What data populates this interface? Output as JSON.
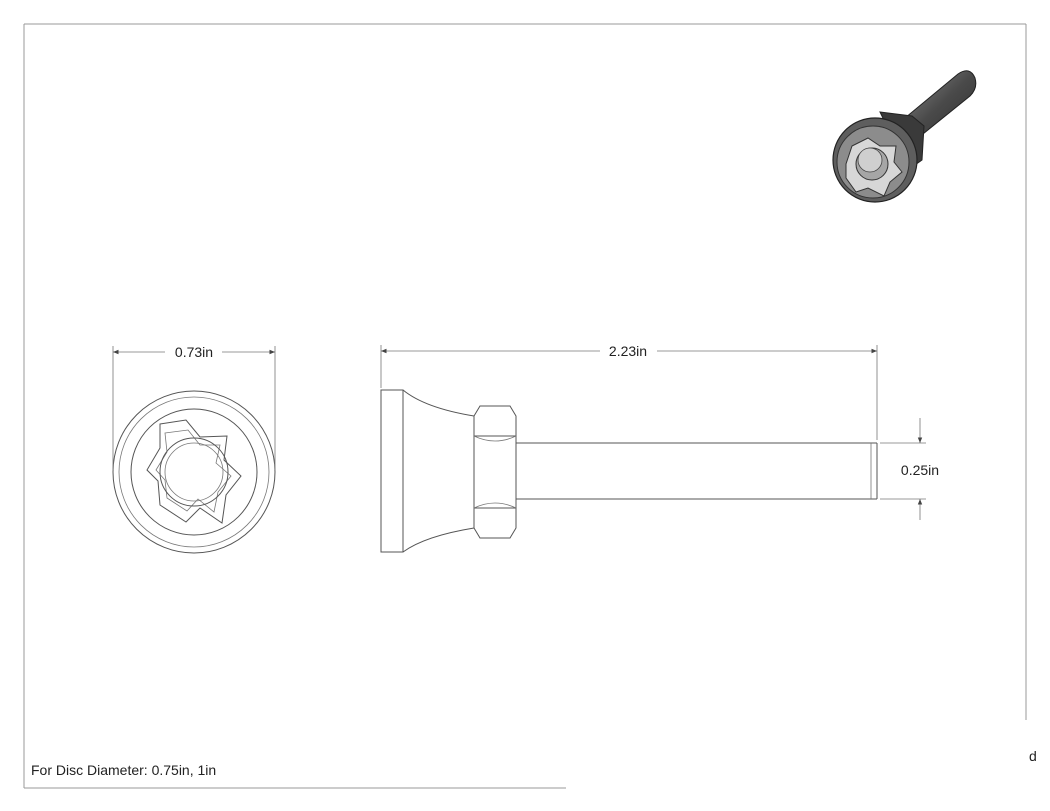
{
  "dimensions": {
    "diameter": "0.73in",
    "length": "2.23in",
    "shank": "0.25in"
  },
  "note": "For Disc Diameter: 0.75in, 1in",
  "edge_fragment": "d"
}
